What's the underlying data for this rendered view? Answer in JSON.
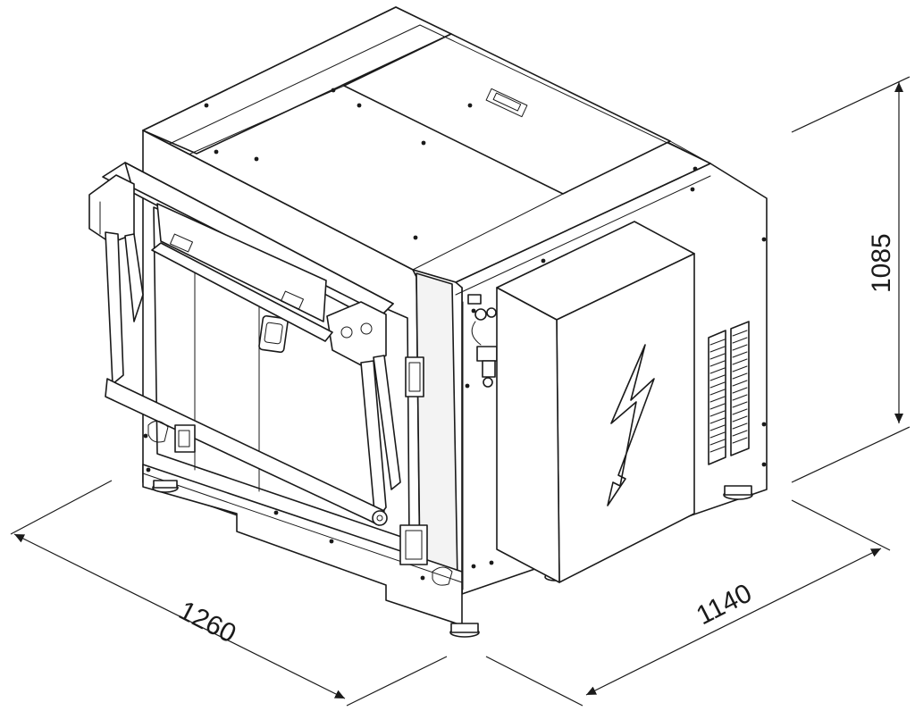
{
  "dimensions": {
    "width": "1260",
    "depth": "1140",
    "height": "1085"
  },
  "colors": {
    "line": "#1a1a1a",
    "background": "#ffffff"
  },
  "icons": {
    "hazard": "high-voltage-lightning-icon"
  }
}
